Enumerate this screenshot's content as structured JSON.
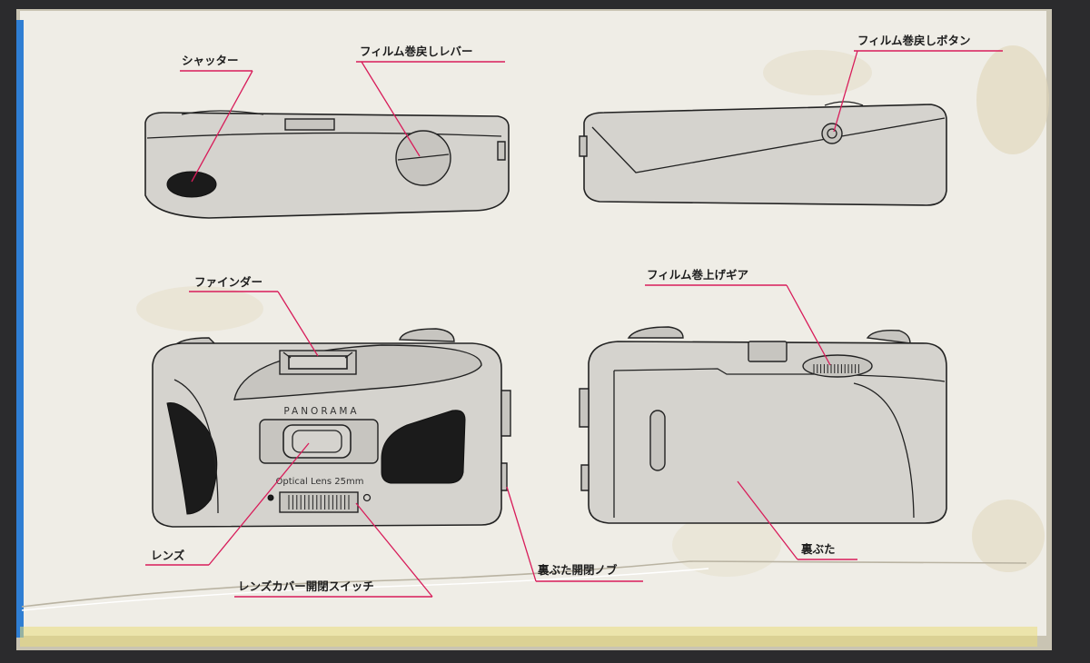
{
  "colors": {
    "box_paper": "#efede6",
    "leader_line": "#d81c5a",
    "camera_body": "#d5d3ce",
    "outline": "#222222"
  },
  "labels": {
    "shutter": "シャッター",
    "rewind_lever": "フィルム巻戻しレバー",
    "rewind_button": "フィルム巻戻しボタン",
    "finder": "ファインダー",
    "advance_gear": "フィルム巻上げギア",
    "lens": "レンズ",
    "lens_cover_switch": "レンズカバー開閉スイッチ",
    "back_door_knob": "裏ぶた開閉ノブ",
    "back_door": "裏ぶた"
  },
  "camera_text": {
    "panorama": "PANORAMA",
    "optical_lens": "Optical Lens 25mm"
  }
}
